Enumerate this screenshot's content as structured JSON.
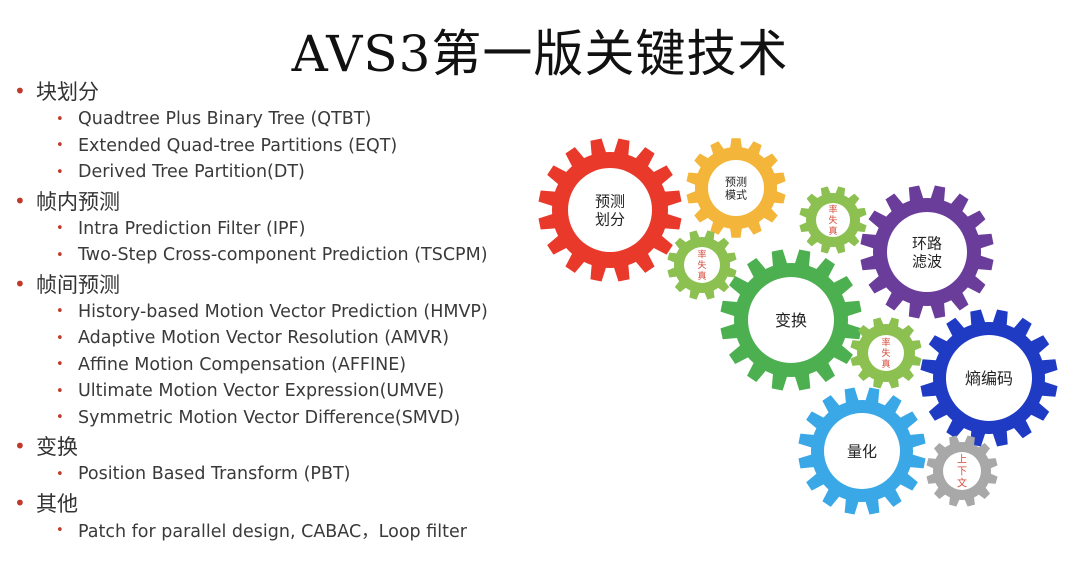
{
  "slide": {
    "title": "AVS3第一版关键技术"
  },
  "outline": [
    {
      "label": "块划分",
      "items": [
        "Quadtree Plus Binary Tree (QTBT)",
        "Extended Quad-tree Partitions (EQT)",
        "Derived Tree Partition(DT)"
      ]
    },
    {
      "label": "帧内预测",
      "items": [
        "Intra Prediction Filter (IPF)",
        "Two-Step Cross-component Prediction (TSCPM)"
      ]
    },
    {
      "label": "帧间预测",
      "items": [
        "History-based Motion Vector Prediction (HMVP)",
        "Adaptive Motion Vector Resolution (AMVR)",
        "Affine Motion Compensation (AFFINE)",
        "Ultimate Motion Vector Expression(UMVE)",
        "Symmetric Motion Vector Difference(SMVD)"
      ]
    },
    {
      "label": "变换",
      "items": [
        "Position Based Transform (PBT)"
      ]
    },
    {
      "label": "其他",
      "items": [
        "Patch for parallel design, CABAC，Loop filter"
      ]
    }
  ],
  "gears": [
    {
      "name": "block-partition",
      "lines": [
        "预测",
        "划分"
      ],
      "color": "#e8392b"
    },
    {
      "name": "prediction-mode",
      "lines": [
        "预测",
        "模式"
      ],
      "color": "#f3b53a"
    },
    {
      "name": "rd-1",
      "lines": [
        "率",
        "失",
        "真"
      ],
      "color": "#8cc152"
    },
    {
      "name": "rd-2",
      "lines": [
        "率",
        "失",
        "真"
      ],
      "color": "#8cc152"
    },
    {
      "name": "loop-filter",
      "lines": [
        "环路",
        "滤波"
      ],
      "color": "#6a3d9a"
    },
    {
      "name": "transform",
      "lines": [
        "变换"
      ],
      "color": "#4caf50"
    },
    {
      "name": "rd-3",
      "lines": [
        "率",
        "失",
        "真"
      ],
      "color": "#8cc152"
    },
    {
      "name": "entropy-coding",
      "lines": [
        "熵编码"
      ],
      "color": "#1f3bc4"
    },
    {
      "name": "quantization",
      "lines": [
        "量化"
      ],
      "color": "#3aa8e6"
    },
    {
      "name": "context",
      "lines": [
        "上",
        "下",
        "文"
      ],
      "color": "#a8a8a8"
    }
  ]
}
